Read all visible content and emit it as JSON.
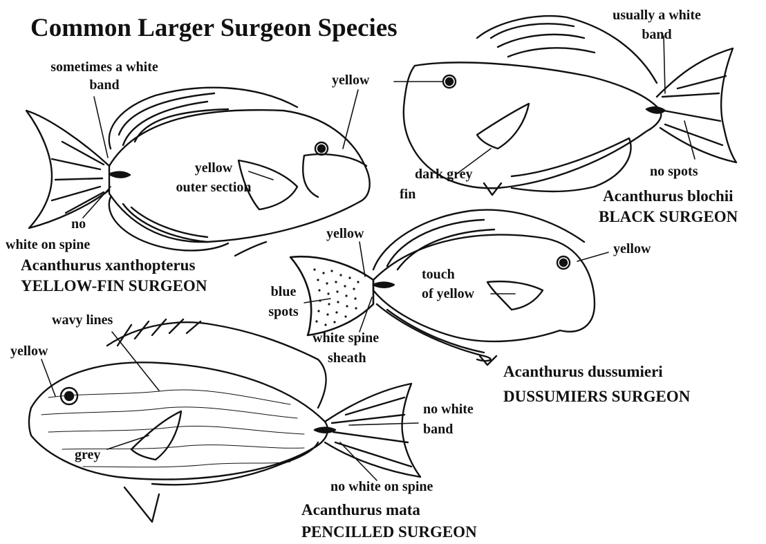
{
  "title": "Common Larger Surgeon Species",
  "yellowfin": {
    "labels": {
      "band": [
        "sometimes a white",
        "band"
      ],
      "eye": "yellow",
      "fin": [
        "yellow",
        "outer section"
      ],
      "spine": [
        "no",
        "white on spine"
      ]
    },
    "scientific": "Acanthurus xanthopterus",
    "common": "YELLOW-FIN SURGEON"
  },
  "black": {
    "labels": {
      "band": [
        "usually a white",
        "band"
      ],
      "eye": "yellow",
      "fin": [
        "dark grey",
        "fin"
      ],
      "tail": "no spots"
    },
    "scientific": "Acanthurus blochii",
    "common": "BLACK SURGEON"
  },
  "dussumier": {
    "labels": {
      "top": "yellow",
      "eye": "yellow",
      "touch": [
        "touch",
        "of yellow"
      ],
      "spots": [
        "blue",
        "spots"
      ],
      "sheath": [
        "white spine",
        "sheath"
      ]
    },
    "scientific": "Acanthurus dussumieri",
    "common": "DUSSUMIERS SURGEON"
  },
  "pencilled": {
    "labels": {
      "wavy": "wavy lines",
      "eye": "yellow",
      "grey": "grey",
      "band": [
        "no white",
        "band"
      ],
      "spine": "no white on spine"
    },
    "scientific": "Acanthurus mata",
    "common": "PENCILLED SURGEON"
  }
}
